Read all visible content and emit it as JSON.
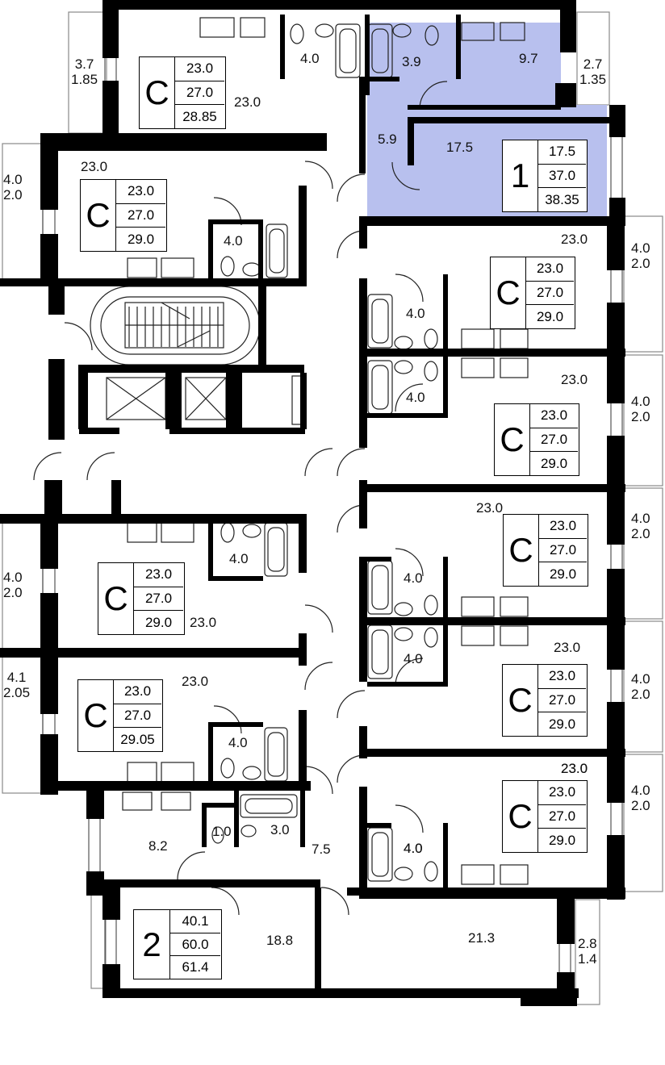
{
  "colors": {
    "wall": "#000000",
    "highlight": "#b8c0ee",
    "balcony_line": "#888888"
  },
  "highlighted_unit": "1",
  "units": [
    {
      "code": "C",
      "areas": [
        "23.0",
        "27.0",
        "28.85"
      ]
    },
    {
      "code": "1",
      "areas": [
        "17.5",
        "37.0",
        "38.35"
      ]
    },
    {
      "code": "C",
      "areas": [
        "23.0",
        "27.0",
        "29.0"
      ]
    },
    {
      "code": "C",
      "areas": [
        "23.0",
        "27.0",
        "29.0"
      ]
    },
    {
      "code": "C",
      "areas": [
        "23.0",
        "27.0",
        "29.0"
      ]
    },
    {
      "code": "C",
      "areas": [
        "23.0",
        "27.0",
        "29.0"
      ]
    },
    {
      "code": "C",
      "areas": [
        "23.0",
        "27.0",
        "29.0"
      ]
    },
    {
      "code": "C",
      "areas": [
        "23.0",
        "27.0",
        "29.05"
      ]
    },
    {
      "code": "C",
      "areas": [
        "23.0",
        "27.0",
        "29.0"
      ]
    },
    {
      "code": "C",
      "areas": [
        "23.0",
        "27.0",
        "29.0"
      ]
    },
    {
      "code": "C",
      "areas": [
        "23.0",
        "27.0",
        "29.0"
      ]
    },
    {
      "code": "2",
      "areas": [
        "40.1",
        "60.0",
        "61.4"
      ]
    }
  ],
  "room_areas": [
    "23.0",
    "4.0",
    "3.9",
    "9.7",
    "5.9",
    "17.5",
    "23.0",
    "4.0",
    "23.0",
    "4.0",
    "23.0",
    "4.0",
    "4.0",
    "23.0",
    "4.0",
    "23.0",
    "4.0",
    "23.0",
    "23.0",
    "4.0",
    "4.0",
    "23.0",
    "4.0",
    "23.0",
    "8.2",
    "1.0",
    "3.0",
    "7.5",
    "18.8",
    "21.3"
  ],
  "balconies": [
    [
      "3.7",
      "1.85"
    ],
    [
      "2.7",
      "1.35"
    ],
    [
      "4.0",
      "2.0"
    ],
    [
      "4.0",
      "2.0"
    ],
    [
      "4.0",
      "2.0"
    ],
    [
      "4.0",
      "2.0"
    ],
    [
      "4.0",
      "2.0"
    ],
    [
      "4.1",
      "2.05"
    ],
    [
      "4.0",
      "2.0"
    ],
    [
      "4.0",
      "2.0"
    ],
    [
      "2.8",
      "1.4"
    ]
  ]
}
